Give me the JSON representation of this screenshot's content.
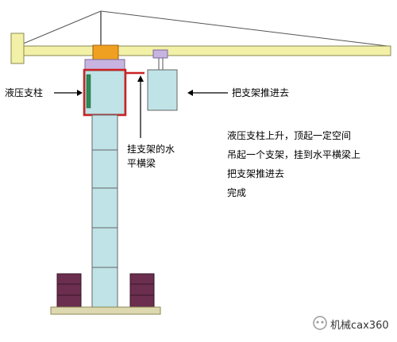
{
  "labels": {
    "hydraulic_column": "液压支柱",
    "push_frame": "把支架推进去",
    "hanging_beam_line1": "挂支架的水",
    "hanging_beam_line2": "平横梁"
  },
  "steps": [
    "液压支柱上升，顶起一定空间",
    "吊起一个支架，挂到水平横梁上",
    "把支架推进去",
    "完成"
  ],
  "watermark": "机械cax360",
  "colors": {
    "jib": "#f3f0a8",
    "mast": "#bfe3e6",
    "climbing_frame": "#cc2222",
    "counterweight": "#6b2e4e",
    "turntable": "#f0a020",
    "cab": "#c8b4e0",
    "base": "#ddd8b0"
  }
}
